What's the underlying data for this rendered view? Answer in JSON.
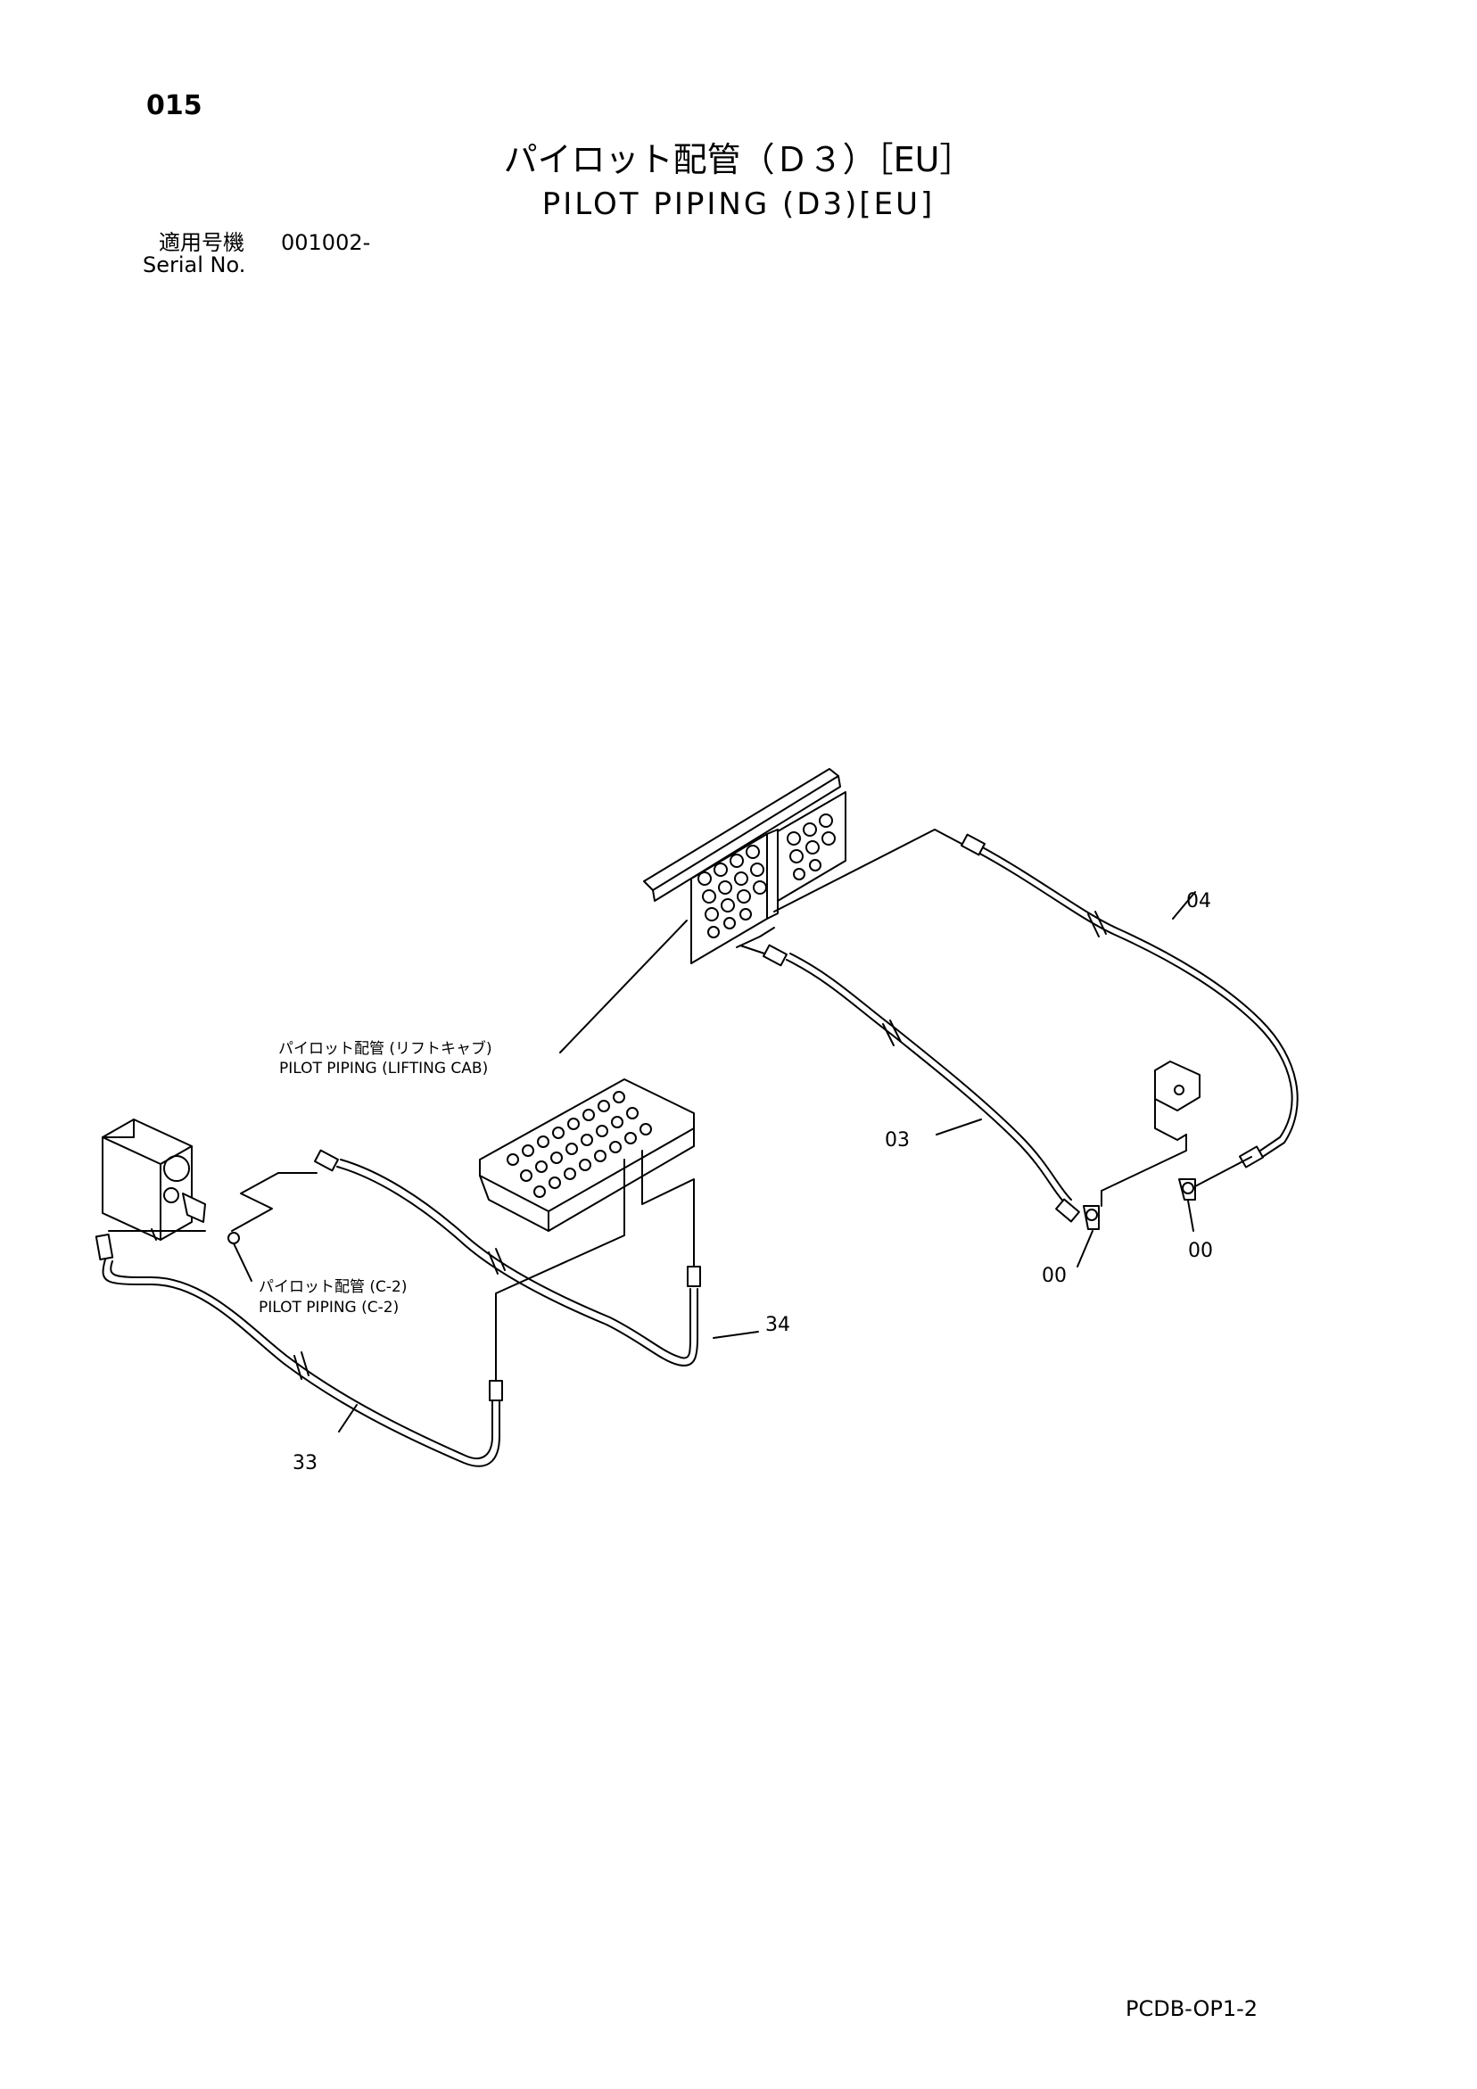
{
  "page_number": "015",
  "title_jp": "パイロット配管（Ｄ３）［EU］",
  "title_en": "PILOT PIPING (D3)[EU]",
  "serial": {
    "label_jp": "適用号機",
    "value": "001002-",
    "label_en": "Serial No."
  },
  "callouts": {
    "c04": "04",
    "c03": "03",
    "c00a": "00",
    "c00b": "00",
    "c34": "34",
    "c33": "33"
  },
  "subassemblies": {
    "lifting_cab_jp": "パイロット配管 (リフトキャブ)",
    "lifting_cab_en": "PILOT PIPING (LIFTING CAB)",
    "c2_jp": "パイロット配管 (C-2)",
    "c2_en": "PILOT PIPING (C-2)"
  },
  "footer_code": "PCDB-OP1-2"
}
